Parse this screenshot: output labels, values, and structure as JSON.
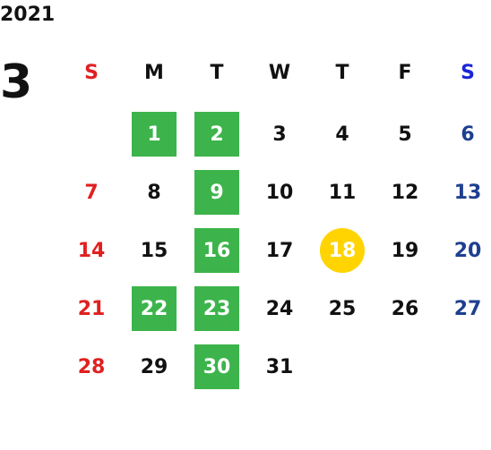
{
  "calendar": {
    "year": "2021",
    "month": "3",
    "weekdays": [
      "S",
      "M",
      "T",
      "W",
      "T",
      "F",
      "S"
    ],
    "start_weekday": 1,
    "days_in_month": 31,
    "highlighted_days": [
      1,
      2,
      9,
      16,
      22,
      23,
      30
    ],
    "today": 18,
    "days": [
      "1",
      "2",
      "3",
      "4",
      "5",
      "6",
      "7",
      "8",
      "9",
      "10",
      "11",
      "12",
      "13",
      "14",
      "15",
      "16",
      "17",
      "18",
      "19",
      "20",
      "21",
      "22",
      "23",
      "24",
      "25",
      "26",
      "27",
      "28",
      "29",
      "30",
      "31"
    ],
    "colors": {
      "sunday": "#e02020",
      "saturday": "#1e3f8f",
      "highlight": "#3cb44b",
      "today": "#ffd400"
    }
  }
}
